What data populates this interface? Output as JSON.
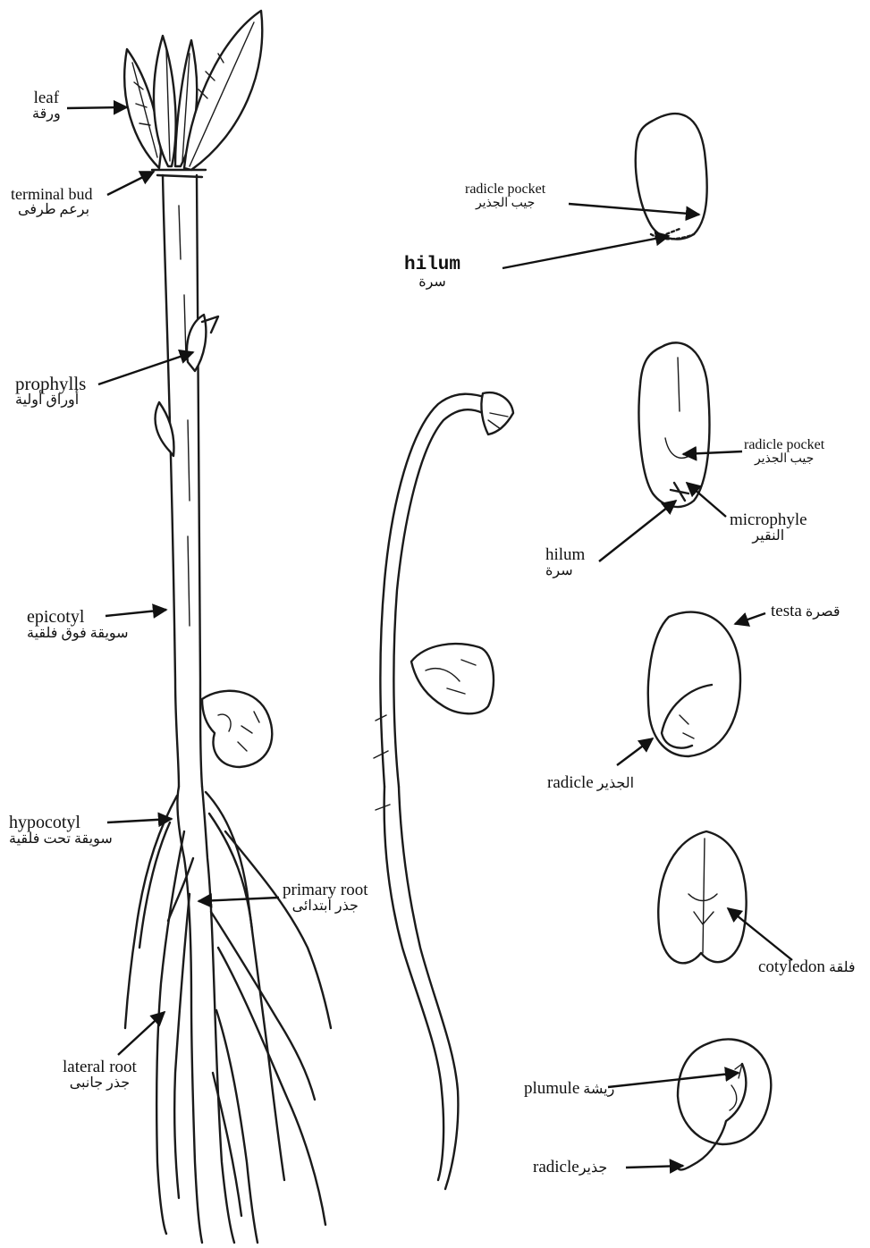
{
  "labels": {
    "leaf": {
      "en": "leaf",
      "ar": "ورقة"
    },
    "terminal_bud": {
      "en": "terminal bud",
      "ar": "برعم طرفى"
    },
    "prophylls": {
      "en": "prophylls",
      "ar": "أوراق أولية"
    },
    "epicotyl": {
      "en": "epicotyl",
      "ar": "سويقة فوق فلقية"
    },
    "hypocotyl": {
      "en": "hypocotyl",
      "ar": "سويقة تحت فلقية"
    },
    "primary_root": {
      "en": "primary root",
      "ar": "جذر ابتدائى"
    },
    "lateral_root": {
      "en": "lateral root",
      "ar": "جذر جانبى"
    },
    "radicle_pocket_1": {
      "en": "radicle pocket",
      "ar": "جيب الجذير"
    },
    "hilum_1": {
      "en": "hilum",
      "ar": "سرة"
    },
    "radicle_pocket_2": {
      "en": "radicle pocket",
      "ar": "جيب الجذير"
    },
    "microphyle": {
      "en": "microphyle",
      "ar": "النقير"
    },
    "hilum_2": {
      "en": "hilum",
      "ar": "سرة"
    },
    "testa": {
      "en": "testa",
      "ar": "قصرة"
    },
    "radicle_1": {
      "en": "radicle",
      "ar": "الجذير"
    },
    "cotyledon": {
      "en": "cotyledon",
      "ar": "فلقة"
    },
    "plumule": {
      "en": "plumule",
      "ar": "ريشة"
    },
    "radicle_2": {
      "en": "radicle",
      "ar": "جذير"
    }
  }
}
